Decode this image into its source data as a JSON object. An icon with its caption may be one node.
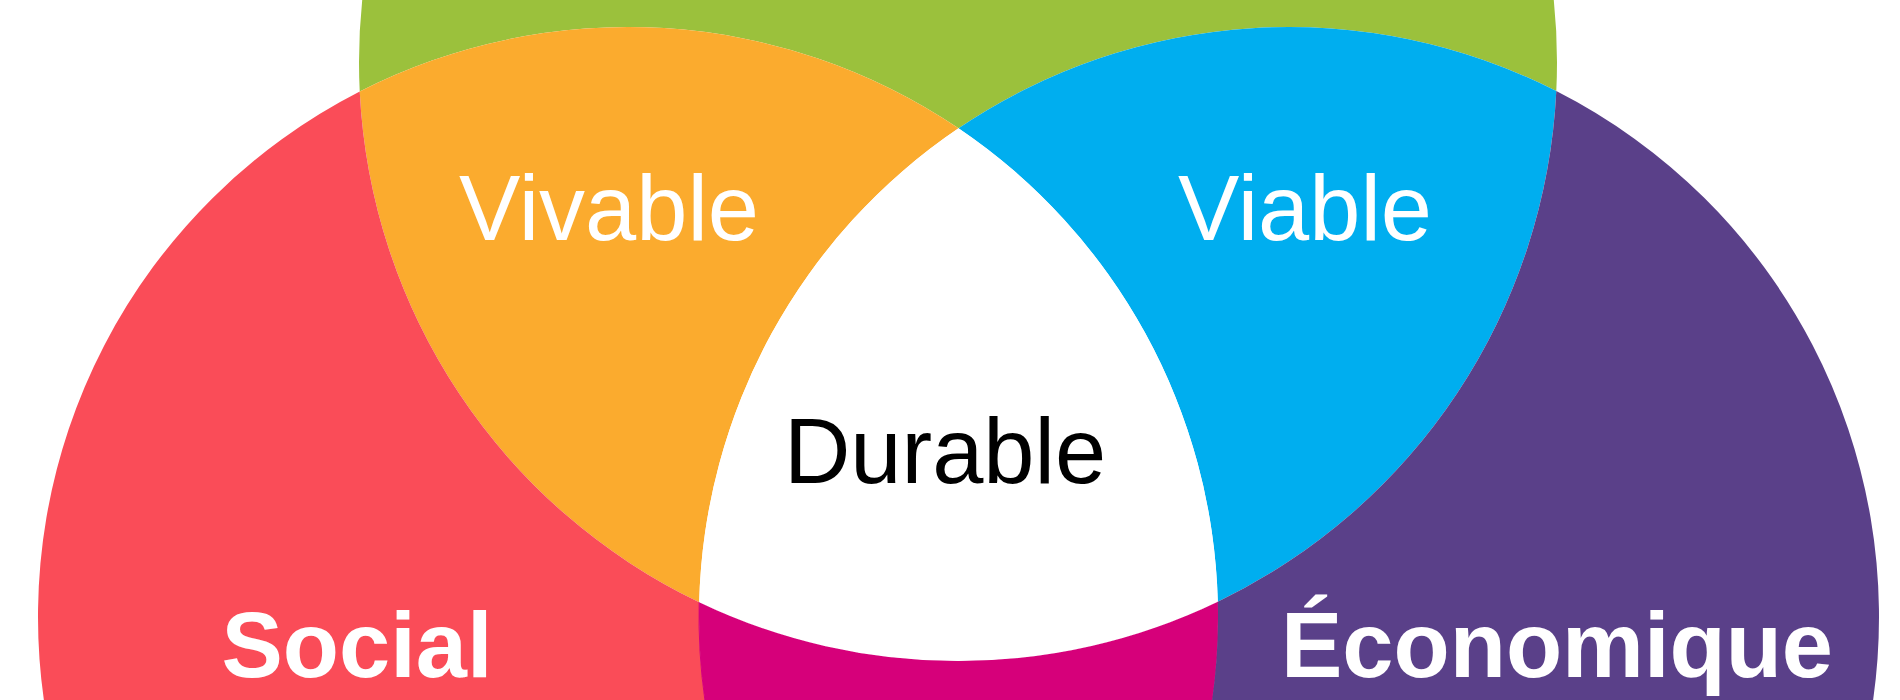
{
  "diagram": {
    "nodes": [
      {
        "text": [],
        "shape": "circle"
      },
      {
        "text": [
          "Vivable"
        ]
      },
      {
        "text": [
          "Viable"
        ]
      },
      {
        "text": [
          "Durable"
        ]
      },
      {
        "text": [
          "Social"
        ]
      },
      {
        "text": [],
        "shape": "lens"
      },
      {
        "text": [
          "Économique"
        ]
      }
    ]
  }
}
